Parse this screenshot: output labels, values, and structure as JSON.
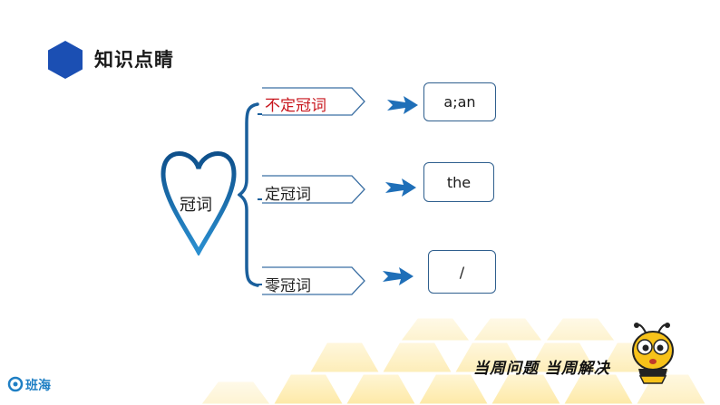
{
  "header": {
    "title": "知识点睛",
    "hex_color": "#1b4fb3"
  },
  "diagram": {
    "center_label": "冠词",
    "branches": [
      {
        "label": "不定冠词",
        "value": "a;an",
        "label_color": "#c8161d"
      },
      {
        "label": "定冠词",
        "value": "the",
        "label_color": "#222222"
      },
      {
        "label": "零冠词",
        "value": "/",
        "label_color": "#222222"
      }
    ],
    "accent_color": "#1a6fb5"
  },
  "footer": {
    "slogan": "当周问题 当周解决",
    "brand": "班海"
  }
}
